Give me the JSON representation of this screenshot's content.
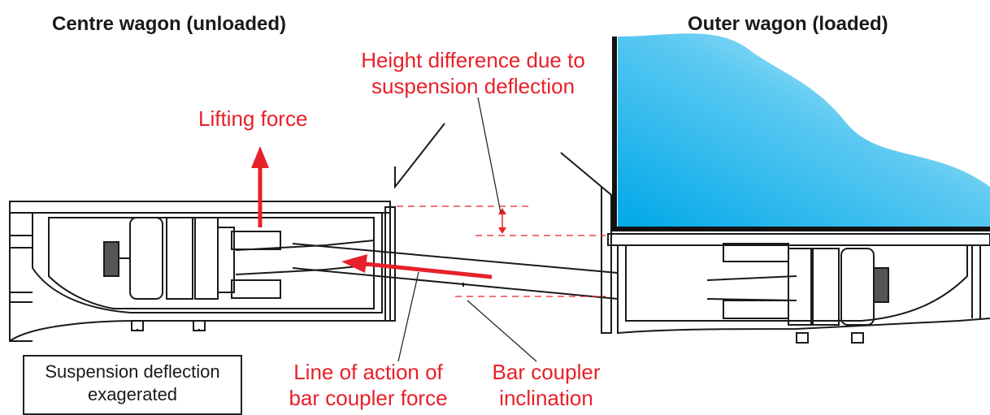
{
  "headings": {
    "centre_wagon": "Centre wagon (unloaded)",
    "outer_wagon": "Outer wagon (loaded)"
  },
  "annotations": {
    "height_difference_line1": "Height difference due to",
    "height_difference_line2": "suspension deflection",
    "lifting_force": "Lifting force",
    "line_of_action_line1": "Line of action of",
    "line_of_action_line2": "bar coupler force",
    "bar_coupler_line1": "Bar coupler",
    "bar_coupler_line2": "inclination"
  },
  "note": {
    "line1": "Suspension deflection",
    "line2": "exagerated"
  },
  "colors": {
    "annotation_red": "#e8202a",
    "drawing_line": "#1a1a1a",
    "load_blue_dark": "#00a8e8",
    "load_blue_light": "#e6f6fd"
  }
}
